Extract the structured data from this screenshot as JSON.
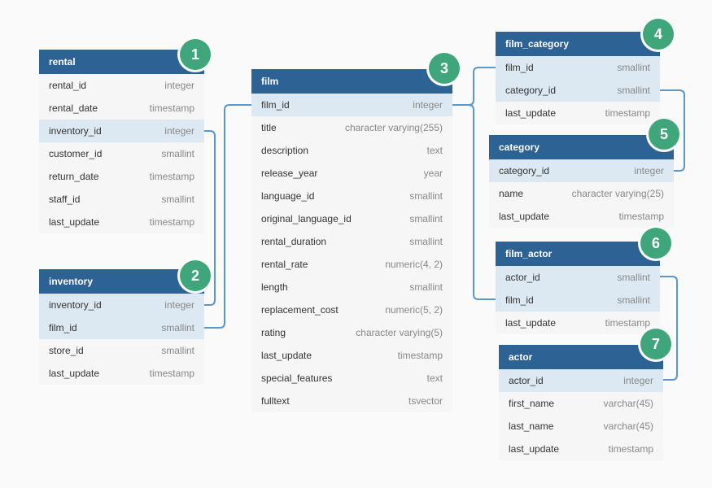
{
  "colors": {
    "header": "#2d6295",
    "highlight_row": "#dde9f2",
    "connector": "#5b97c8",
    "badge": "#3fa67c"
  },
  "tables": {
    "rental": {
      "name": "rental",
      "badge": "1",
      "columns": [
        {
          "name": "rental_id",
          "type": "integer"
        },
        {
          "name": "rental_date",
          "type": "timestamp"
        },
        {
          "name": "inventory_id",
          "type": "integer"
        },
        {
          "name": "customer_id",
          "type": "smallint"
        },
        {
          "name": "return_date",
          "type": "timestamp"
        },
        {
          "name": "staff_id",
          "type": "smallint"
        },
        {
          "name": "last_update",
          "type": "timestamp"
        }
      ]
    },
    "inventory": {
      "name": "inventory",
      "badge": "2",
      "columns": [
        {
          "name": "inventory_id",
          "type": "integer"
        },
        {
          "name": "film_id",
          "type": "smallint"
        },
        {
          "name": "store_id",
          "type": "smallint"
        },
        {
          "name": "last_update",
          "type": "timestamp"
        }
      ]
    },
    "film": {
      "name": "film",
      "badge": "3",
      "columns": [
        {
          "name": "film_id",
          "type": "integer"
        },
        {
          "name": "title",
          "type": "character varying(255)"
        },
        {
          "name": "description",
          "type": "text"
        },
        {
          "name": "release_year",
          "type": "year"
        },
        {
          "name": "language_id",
          "type": "smallint"
        },
        {
          "name": "original_language_id",
          "type": "smallint"
        },
        {
          "name": "rental_duration",
          "type": "smallint"
        },
        {
          "name": "rental_rate",
          "type": "numeric(4, 2)"
        },
        {
          "name": "length",
          "type": "smallint"
        },
        {
          "name": "replacement_cost",
          "type": "numeric(5, 2)"
        },
        {
          "name": "rating",
          "type": "character varying(5)"
        },
        {
          "name": "last_update",
          "type": "timestamp"
        },
        {
          "name": "special_features",
          "type": "text"
        },
        {
          "name": "fulltext",
          "type": "tsvector"
        }
      ]
    },
    "film_category": {
      "name": "film_category",
      "badge": "4",
      "columns": [
        {
          "name": "film_id",
          "type": "smallint"
        },
        {
          "name": "category_id",
          "type": "smallint"
        },
        {
          "name": "last_update",
          "type": "timestamp"
        }
      ]
    },
    "category": {
      "name": "category",
      "badge": "5",
      "columns": [
        {
          "name": "category_id",
          "type": "integer"
        },
        {
          "name": "name",
          "type": "character varying(25)"
        },
        {
          "name": "last_update",
          "type": "timestamp"
        }
      ]
    },
    "film_actor": {
      "name": "film_actor",
      "badge": "6",
      "columns": [
        {
          "name": "actor_id",
          "type": "smallint"
        },
        {
          "name": "film_id",
          "type": "smallint"
        },
        {
          "name": "last_update",
          "type": "timestamp"
        }
      ]
    },
    "actor": {
      "name": "actor",
      "badge": "7",
      "columns": [
        {
          "name": "actor_id",
          "type": "integer"
        },
        {
          "name": "first_name",
          "type": "varchar(45)"
        },
        {
          "name": "last_name",
          "type": "varchar(45)"
        },
        {
          "name": "last_update",
          "type": "timestamp"
        }
      ]
    }
  }
}
